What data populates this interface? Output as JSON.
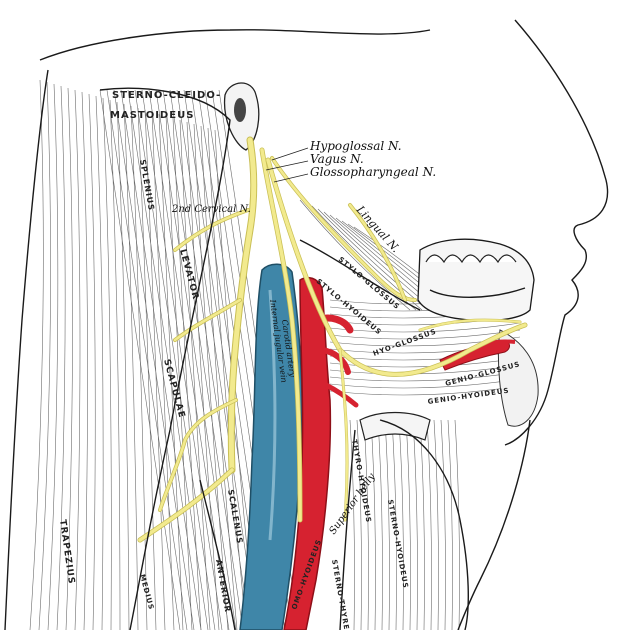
{
  "colors": {
    "nerve": "#f2ea8e",
    "nerve_edge": "#c9bf55",
    "artery": "#d62230",
    "artery_edge": "#8e0f18",
    "vein": "#3f86a8",
    "vein_edge": "#1f4f66",
    "muscle_line": "#6b6b6b",
    "background": "#ffffff"
  },
  "labels": {
    "hypoglossal": "Hypoglossal N.",
    "vagus": "Vagus N.",
    "glossopharyngeal": "Glossopharyngeal N.",
    "cervical": "2nd Cervical N.",
    "lingual": "Lingual N.",
    "sterno_cleido": "STERNO-CLEIDO-",
    "mastoideus": "MASTOIDEUS",
    "splenius": "SPLENIUS",
    "levator": "LEVATOR",
    "scapulae": "SCAPULAE",
    "trapezius": "TRAPEZIUS",
    "scalenus": "SCALENUS",
    "anterior": "ANTERIOR",
    "medius": "MEDIUS",
    "stylo_glossus": "STYLO-GLOSSUS",
    "stylo_hyoideus": "STYLO-HYOIDEUS",
    "hyo_glossus": "HYO-GLOSSUS",
    "genio_glossus": "GENIO-GLOSSUS",
    "genio_hyoideus": "GENIO-HYOIDEUS",
    "thyro_hyoideus": "THYRO-HYOIDEUS",
    "sterno_hyoideus": "STERNO-HYOIDEUS",
    "sterno_thyreoideus": "STERNO-THYREO",
    "omo_hyoideus": "OMO-HYOIDEUS",
    "superior_belly": "Superior belly",
    "jugular": "Internal jugular vein",
    "carotid": "Carotid artery"
  }
}
